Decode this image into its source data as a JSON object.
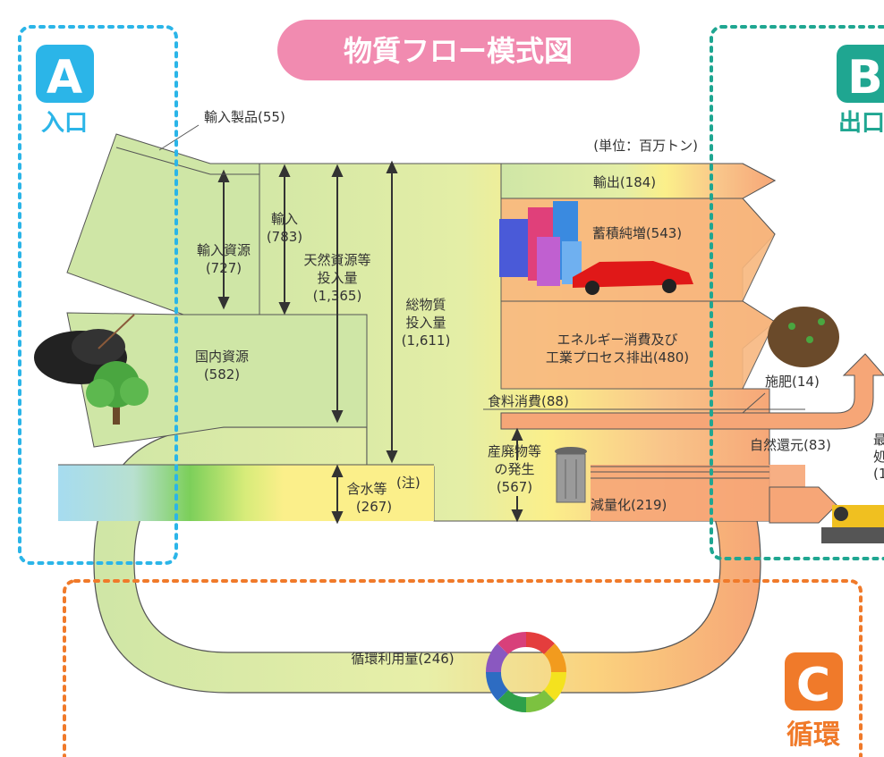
{
  "title": "物質フロー模式図",
  "unit_note": "(単位：百万トン)",
  "zones": {
    "a": {
      "letter": "A",
      "name": "入口"
    },
    "b": {
      "letter": "B",
      "name": "出口"
    },
    "c": {
      "letter": "C",
      "name": "循環"
    }
  },
  "labels": {
    "import_products": "輸入製品(55)",
    "import_label": "輸入",
    "import_value": "(783)",
    "import_resources_label": "輸入資源",
    "import_resources_value": "(727)",
    "natural_line1": "天然資源等",
    "natural_line2": "投入量",
    "natural_value": "(1,365)",
    "domestic_label": "国内資源",
    "domestic_value": "(582)",
    "total_line1": "総物質",
    "total_line2": "投入量",
    "total_value": "(1,611)",
    "water_label": "含水等",
    "water_note": "(注)",
    "water_value": "(267)",
    "export": "輸出(184)",
    "accumulation": "蓄積純増(543)",
    "energy_line1": "エネルギー消費及び",
    "energy_line2": "工業プロセス排出(480)",
    "food": "食料消費(88)",
    "fertilizer": "施肥(14)",
    "natural_return": "自然還元(83)",
    "waste_line1": "産廃物等",
    "waste_line2": "の発生",
    "waste_value": "(567)",
    "reduction": "減量化(219)",
    "final_disposal_partial": "最",
    "final_disposal_partial2": "処",
    "final_disposal_partial3": "(1",
    "recycling": "循環利用量(246)"
  },
  "colors": {
    "green_light": "#cfe6a6",
    "yellow": "#fbef8a",
    "orange": "#f6a677",
    "badge_pink": "#f18bb0",
    "zone_a": "#2bb5e8",
    "zone_b": "#1fa691",
    "zone_c": "#f07a2a",
    "water_blue": "#a6dcf0"
  }
}
